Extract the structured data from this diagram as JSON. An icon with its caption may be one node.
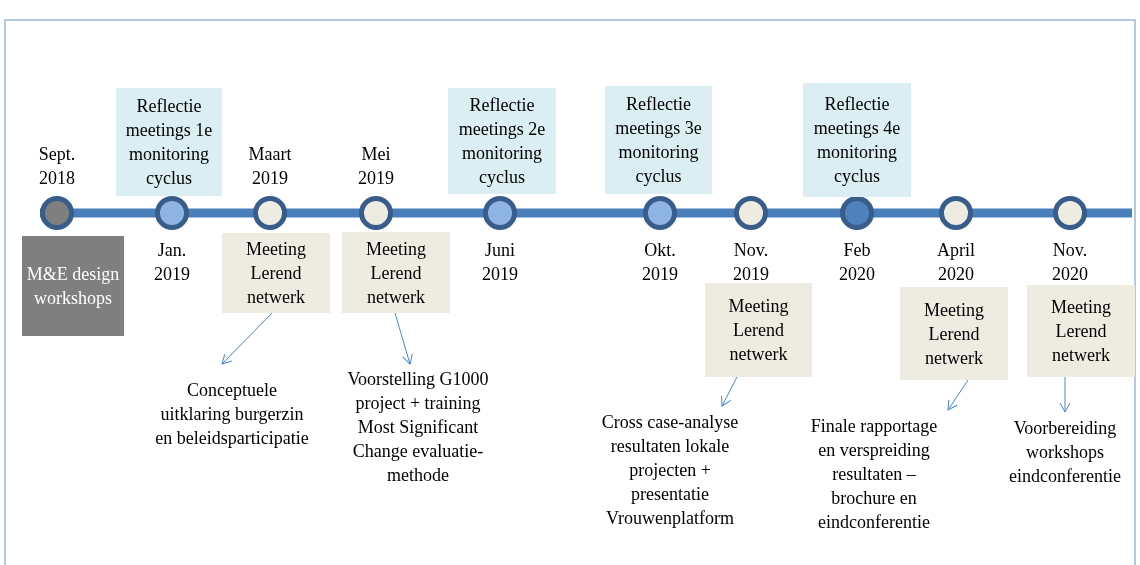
{
  "diagram": {
    "nodes": [
      {
        "text": [],
        "shape": "circle",
        "beside": [
          "Sept. 2018"
        ]
      },
      {
        "text": [],
        "shape": "circle",
        "beside": [
          "Jan. 2019"
        ]
      },
      {
        "text": [],
        "shape": "circle",
        "beside": [
          "Maart 2019"
        ]
      },
      {
        "text": [],
        "shape": "circle",
        "beside": [
          "Mei 2019"
        ]
      },
      {
        "text": [],
        "shape": "circle",
        "beside": [
          "Juni 2019"
        ]
      },
      {
        "text": [],
        "shape": "circle",
        "beside": [
          "Okt. 2019"
        ]
      },
      {
        "text": [],
        "shape": "circle",
        "beside": [
          "Nov. 2019"
        ]
      },
      {
        "text": [],
        "shape": "circle",
        "beside": [
          "Feb 2020"
        ]
      },
      {
        "text": [],
        "shape": "circle",
        "beside": [
          "April 2020"
        ]
      },
      {
        "text": [],
        "shape": "circle",
        "beside": [
          "Nov. 2020"
        ]
      },
      {
        "text": [
          "Reflectie meetings 1e monitoring cyclus"
        ]
      },
      {
        "text": [
          "Reflectie meetings 2e monitoring cyclus"
        ]
      },
      {
        "text": [
          "Reflectie meetings 3e monitoring cyclus"
        ]
      },
      {
        "text": [
          "Reflectie meetings 4e monitoring cyclus"
        ]
      },
      {
        "text": [
          "M&E design workshops"
        ]
      },
      {
        "text": [
          "Meeting Lerend netwerk"
        ]
      },
      {
        "text": [
          "Meeting Lerend netwerk"
        ]
      },
      {
        "text": [
          "Meeting Lerend netwerk"
        ]
      },
      {
        "text": [
          "Meeting Lerend netwerk"
        ]
      },
      {
        "text": [
          "Meeting Lerend netwerk"
        ]
      },
      {
        "text": [
          "Conceptuele uitklaring burgerzin en beleidsparticipatie"
        ]
      },
      {
        "text": [
          "Voorstelling G1000 project + training Most Significant Change evaluatie-methode"
        ]
      },
      {
        "text": [
          "Cross case-analyse resultaten lokale projecten + presentatie Vrouwenplatform"
        ]
      },
      {
        "text": [
          "Finale rapportage en verspreiding resultaten – brochure en eindconferentie"
        ]
      },
      {
        "text": [
          "Voorbereiding workshops eindconferentie"
        ]
      }
    ],
    "edges": [
      {
        "from": 15,
        "to": 20,
        "arrow": "to"
      },
      {
        "from": 16,
        "to": 21,
        "arrow": "to"
      },
      {
        "from": 17,
        "to": 22,
        "arrow": "to"
      },
      {
        "from": 18,
        "to": 23,
        "arrow": "to"
      },
      {
        "from": 19,
        "to": 24,
        "arrow": "to"
      }
    ]
  }
}
